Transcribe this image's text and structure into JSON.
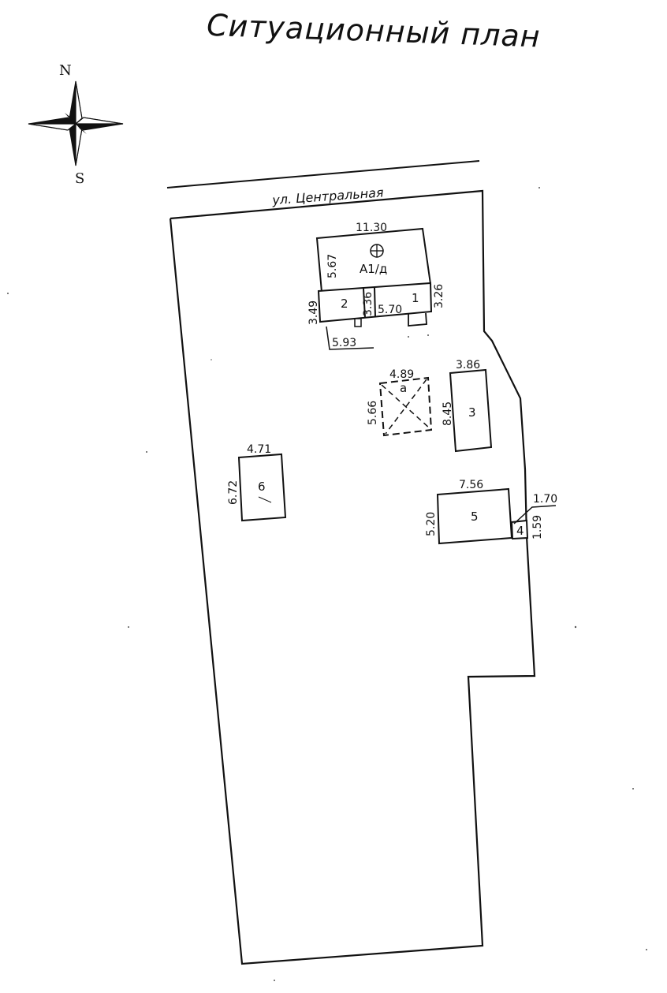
{
  "title": "Ситуационный план",
  "compass": {
    "north": "N",
    "south": "S"
  },
  "street": {
    "name": "ул. Центральная"
  },
  "buildings": {
    "main": {
      "label": "А1/д",
      "width": "11.30",
      "depth": "5.67"
    },
    "annex2": {
      "label": "2",
      "depth_left": "3.49",
      "depth_right": "3.36",
      "porch": "5.93"
    },
    "annex1": {
      "label": "1",
      "width": "5.70",
      "depth": "3.26"
    },
    "shed_a": {
      "label": "а",
      "width": "4.89",
      "depth": "5.66"
    },
    "b3": {
      "label": "3",
      "width": "3.86",
      "depth": "8.45"
    },
    "b6": {
      "label": "6",
      "width": "4.71",
      "depth": "6.72"
    },
    "b5": {
      "label": "5",
      "width": "7.56",
      "depth": "5.20"
    },
    "b4": {
      "label": "4",
      "width": "1.70",
      "depth": "1.59"
    }
  },
  "colors": {
    "ink": "#111111",
    "paper": "#ffffff"
  }
}
